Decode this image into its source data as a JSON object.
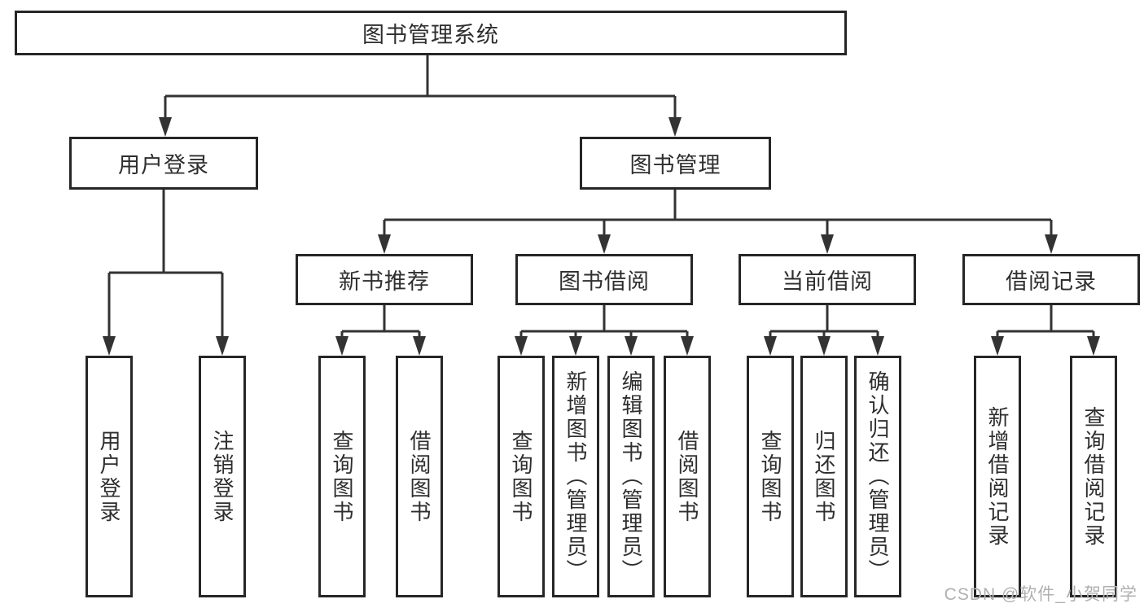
{
  "tree": {
    "root": {
      "label": "图书管理系统"
    },
    "branches": [
      {
        "label": "用户登录",
        "children": [
          {
            "label": "用户登录"
          },
          {
            "label": "注销登录"
          }
        ]
      },
      {
        "label": "图书管理",
        "children": [
          {
            "label": "新书推荐",
            "children": [
              {
                "label": "查询图书"
              },
              {
                "label": "借阅图书"
              }
            ]
          },
          {
            "label": "图书借阅",
            "children": [
              {
                "label": "查询图书"
              },
              {
                "label": "新增图书（管理员）"
              },
              {
                "label": "编辑图书（管理员）"
              },
              {
                "label": "借阅图书"
              }
            ]
          },
          {
            "label": "当前借阅",
            "children": [
              {
                "label": "查询图书"
              },
              {
                "label": "归还图书"
              },
              {
                "label": "确认归还（管理员）"
              }
            ]
          },
          {
            "label": "借阅记录",
            "children": [
              {
                "label": "新增借阅记录"
              },
              {
                "label": "查询借阅记录"
              }
            ]
          }
        ]
      }
    ]
  },
  "watermark": {
    "text": "CSDN @软件_小贺同学"
  },
  "colors": {
    "line": "#333333",
    "box_border": "#262626",
    "box_fill": "#ffffff",
    "text": "#2e2e2e",
    "watermark": "#b0b0b0",
    "background": "#ffffff"
  }
}
